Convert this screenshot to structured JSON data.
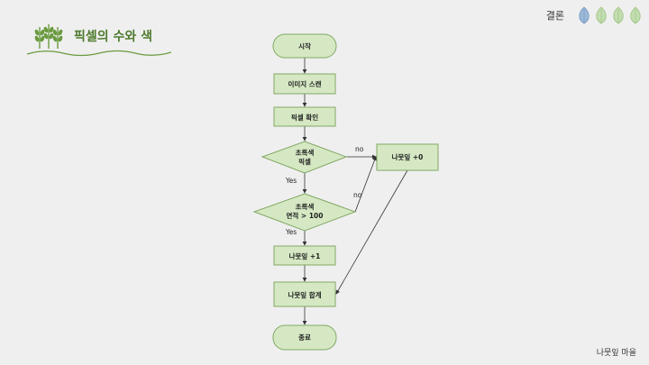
{
  "slide": {
    "title": "픽셀의 수와 색",
    "section": "결론",
    "footer": "나뭇잎 마을"
  },
  "decor": {
    "title_icon": "wheat-icon",
    "leaf_icons": [
      "leaf-blue-icon",
      "leaf-green-icon",
      "leaf-green-icon",
      "leaf-green-icon"
    ],
    "colors": {
      "node_fill": "#d5e8c3",
      "node_stroke": "#82a864",
      "accent": "#4e7a2e",
      "leaf_blue": "#9bb8d8",
      "leaf_green": "#c2ddb0"
    }
  },
  "flowchart": {
    "start": "시작",
    "scan": "이미지 스캔",
    "check_pixel": "픽셀 확인",
    "decision_green_l1": "초록색",
    "decision_green_l2": "픽셀",
    "decision_area_l1": "초록색",
    "decision_area_l2": "면적 > 100",
    "leaf_plus_one": "나뭇잎 +1",
    "leaf_zero": "나뭇잎 +0",
    "leaf_sum": "나뭇잎 합계",
    "end": "종료",
    "label_no_1": "no",
    "label_no_2": "no",
    "label_yes_1": "Yes",
    "label_yes_2": "Yes"
  }
}
